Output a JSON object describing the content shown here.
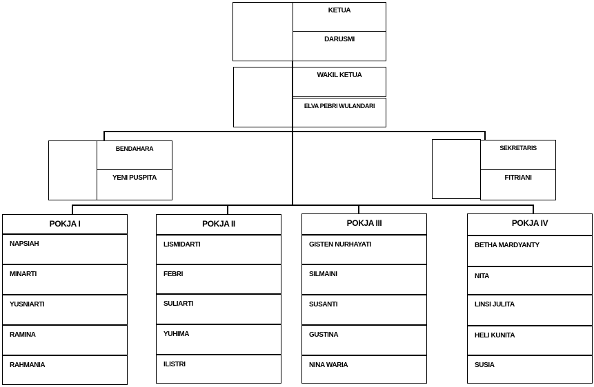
{
  "ketua": {
    "role": "KETUA",
    "name": "DARUSMI"
  },
  "wakil_ketua": {
    "role": "WAKIL KETUA",
    "name": "ELVA PEBRI WULANDARI"
  },
  "bendahara": {
    "role": "BENDAHARA",
    "name": "YENI PUSPITA"
  },
  "sekretaris": {
    "role": "SEKRETARIS",
    "name": "FITRIANI"
  },
  "pokja": [
    {
      "title": "POKJA I",
      "members": [
        "NAPSIAH",
        "MINARTI",
        "YUSNIARTI",
        "RAMINA",
        "RAHMANIA"
      ]
    },
    {
      "title": "POKJA II",
      "members": [
        "LISMIDARTI",
        "FEBRI",
        "SULIARTI",
        "YUHIMA",
        "ILISTRI"
      ]
    },
    {
      "title": "POKJA III",
      "members": [
        "GISTEN  NURHAYATI",
        "SILMAINI",
        "SUSANTI",
        "GUSTINA",
        "NINA WARIA"
      ]
    },
    {
      "title": "POKJA IV",
      "members": [
        "BETHA  MARDYANTY",
        "NITA",
        "LINSI JULITA",
        "HELI KUNITA",
        "SUSIA"
      ]
    }
  ]
}
